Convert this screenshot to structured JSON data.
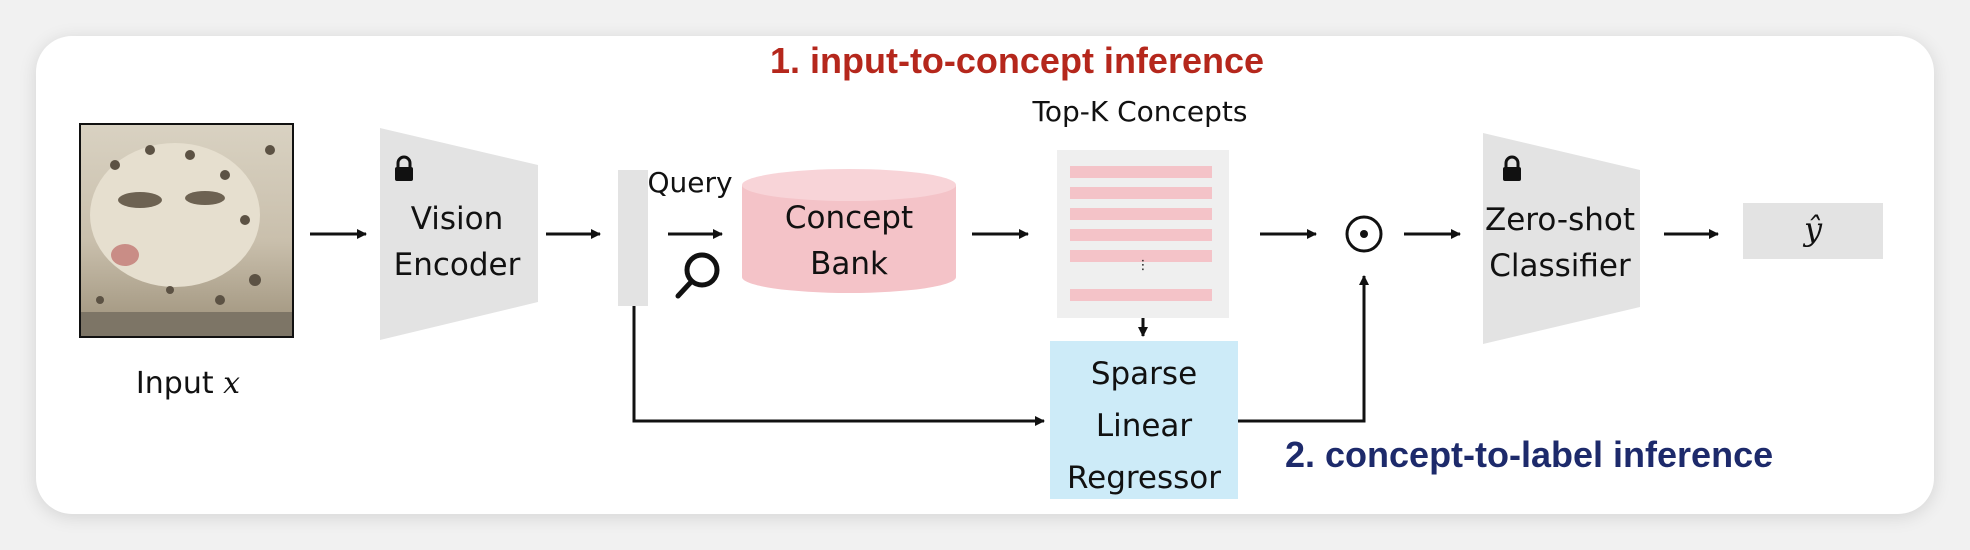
{
  "headings": {
    "stage1": "1. input-to-concept inference",
    "stage2": "2. concept-to-label inference"
  },
  "input_caption": "Input",
  "input_variable": "x",
  "vision_encoder": {
    "line1": "Vision",
    "line2": "Encoder"
  },
  "query_label": "Query",
  "concept_bank": {
    "line1": "Concept",
    "line2": "Bank"
  },
  "topk_label": "Top-K Concepts",
  "topk_ellipsis": "⋮",
  "sparse_regressor": {
    "line1": "Sparse",
    "line2": "Linear",
    "line3": "Regressor"
  },
  "combine_operator": "⊙",
  "zero_shot_classifier": {
    "line1": "Zero-shot",
    "line2": "Classifier"
  },
  "output_label": "ŷ",
  "icons": {
    "encoder_lock": "lock-icon",
    "classifier_lock": "lock-icon",
    "query_search": "magnifier-icon",
    "input_image": "snow-leopard-photo"
  },
  "colors": {
    "stage1_heading": "#b5271c",
    "stage2_heading": "#1d2a6b",
    "module_gray": "#e3e3e3",
    "concept_bank": "#f4c3c8",
    "concept_bar": "#f4c3c8",
    "regressor": "#cdebf8"
  }
}
